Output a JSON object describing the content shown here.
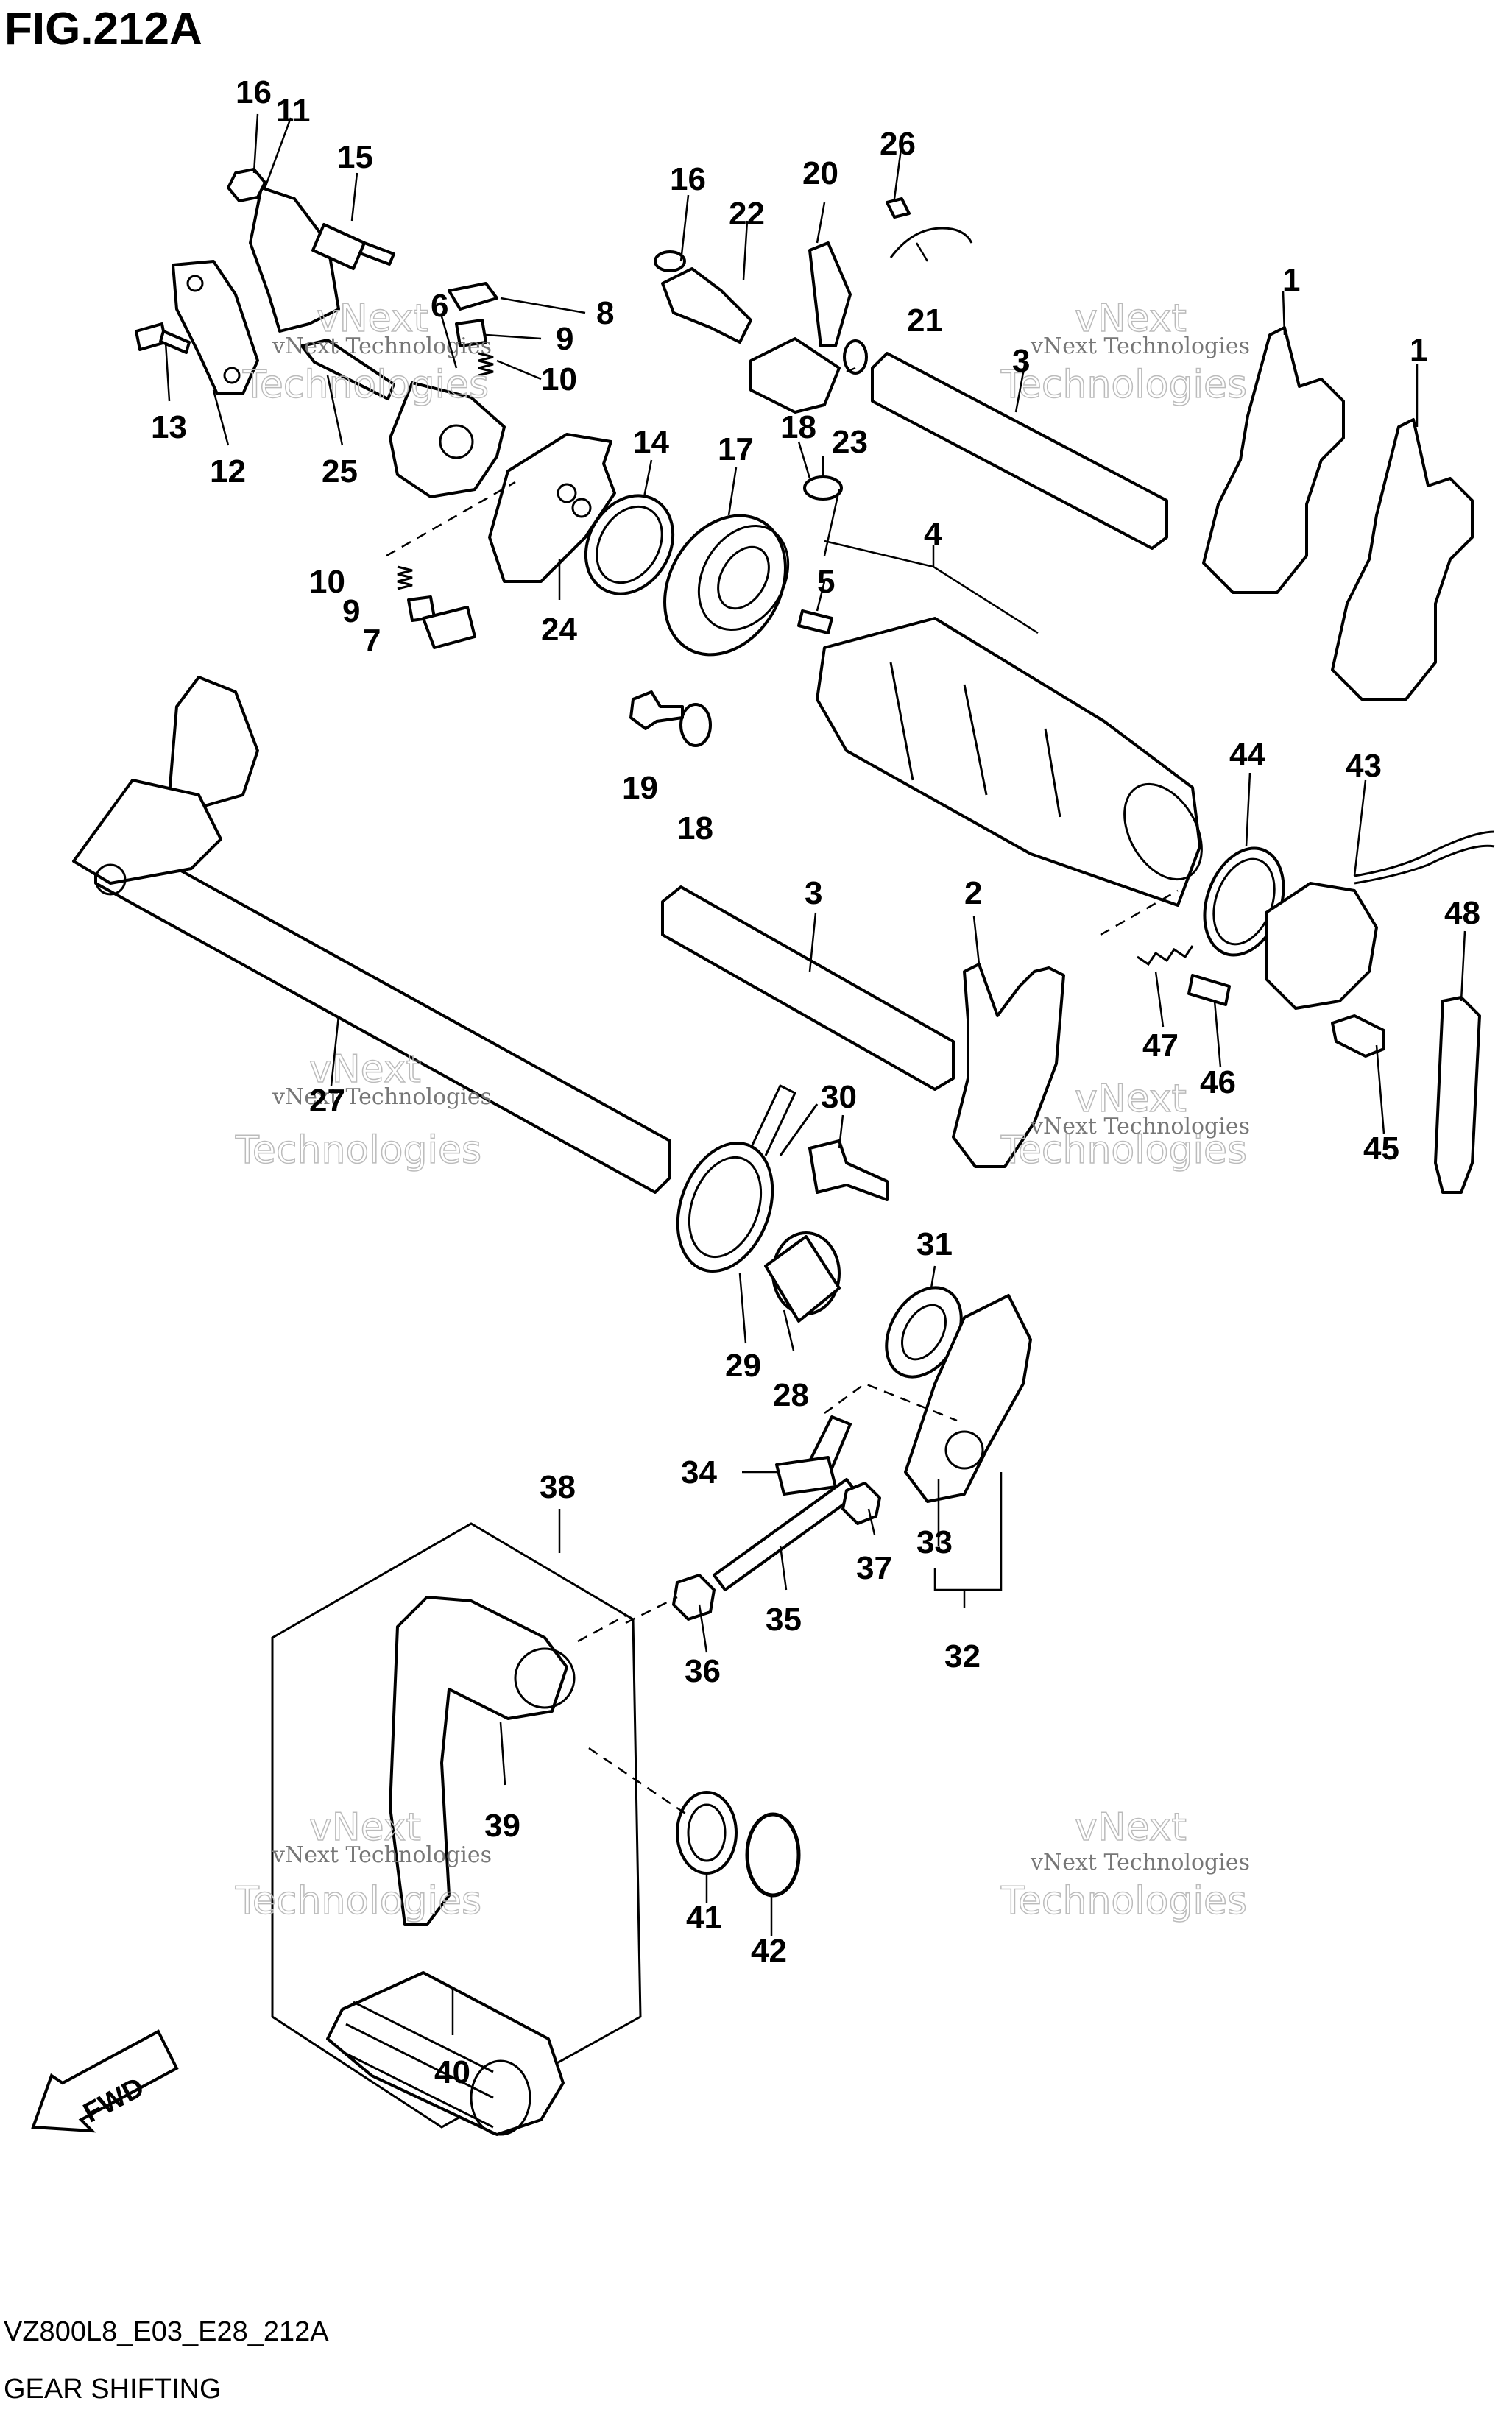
{
  "figure": {
    "title": "FIG.212A",
    "footer_code": "VZ800L8_E03_E28_212A",
    "footer_name": "GEAR SHIFTING",
    "fwd_label": "FWD"
  },
  "watermark": {
    "line1": "vNext Technologies",
    "line2": "vNext",
    "line3": "Technologies"
  },
  "callouts": [
    "1",
    "1",
    "2",
    "3",
    "3",
    "4",
    "5",
    "6",
    "7",
    "8",
    "9",
    "9",
    "10",
    "10",
    "11",
    "12",
    "13",
    "14",
    "15",
    "16",
    "16",
    "17",
    "18",
    "18",
    "19",
    "20",
    "21",
    "22",
    "23",
    "24",
    "25",
    "26",
    "27",
    "28",
    "29",
    "30",
    "31",
    "32",
    "33",
    "34",
    "35",
    "36",
    "37",
    "38",
    "39",
    "40",
    "41",
    "42",
    "43",
    "44",
    "45",
    "46",
    "47",
    "48"
  ]
}
